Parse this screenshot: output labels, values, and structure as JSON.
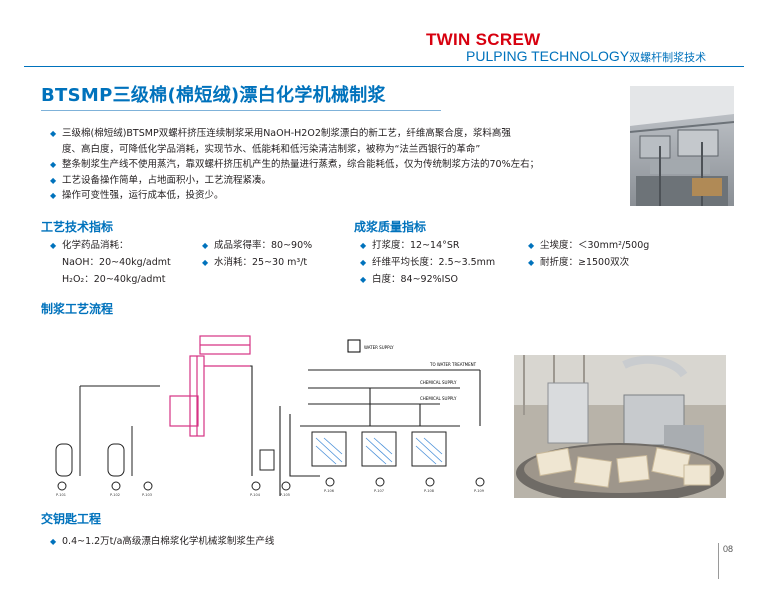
{
  "header": {
    "title_en": "TWIN SCREW",
    "subtitle_en": "PULPING TECHNOLOGY",
    "subtitle_cn": "双螺杆制浆技术"
  },
  "title": "BTSMP三级棉(棉短绒)漂白化学机械制浆",
  "intro": [
    "三级棉(棉短绒)BTSMP双螺杆挤压连续制浆采用NaOH-H2O2制浆漂白的新工艺，纤维高聚合度，浆料高强",
    "度、高白度，可降低化学品消耗，实现节水、低能耗和低污染清洁制浆，被称为“法兰西银行的革命”",
    "整条制浆生产线不使用蒸汽，靠双螺杆挤压机产生的热量进行蒸煮，综合能耗低，仅为传统制浆方法的70%左右；",
    "工艺设备操作简单，占地面积小，工艺流程紧凑。",
    "操作可变性强，运行成本低，投资少。"
  ],
  "tech": {
    "heading": "工艺技术指标",
    "chem_label": "化学药品消耗：",
    "naoh": "NaOH：20~40kg/admt",
    "h2o2": "H₂O₂：20~40kg/admt",
    "yield": "成品浆得率：80~90%",
    "water": "水消耗：25~30 m³/t"
  },
  "quality": {
    "heading": "成浆质量指标",
    "beating": "打浆度：12~14°SR",
    "fiber": "纤维平均长度：2.5~3.5mm",
    "white": "白度：84~92%ISO",
    "dust": "尘埃度：＜30mm²/500g",
    "fold": "耐折度：≥1500双次"
  },
  "flow": {
    "heading": "制浆工艺流程",
    "water_supply": "WATER SUPPLY",
    "pipe_labels": [
      "TO WATER TREATMENT",
      "CHEMICAL SUPPLY",
      "CHEMICAL SUPPLY"
    ],
    "pump_labels": [
      "P-101",
      "P-102",
      "P-103",
      "P-104",
      "P-105",
      "P-106",
      "P-107",
      "P-108",
      "P-109"
    ]
  },
  "turnkey": {
    "heading": "交钥匙工程",
    "item": "0.4~1.2万t/a高级漂白棉浆化学机械浆制浆生产线"
  },
  "page_number": "08",
  "colors": {
    "brand_blue": "#0072bc",
    "brand_red": "#d7000f",
    "bullet": "#0072bc",
    "diagram_pink": "#d63384"
  }
}
